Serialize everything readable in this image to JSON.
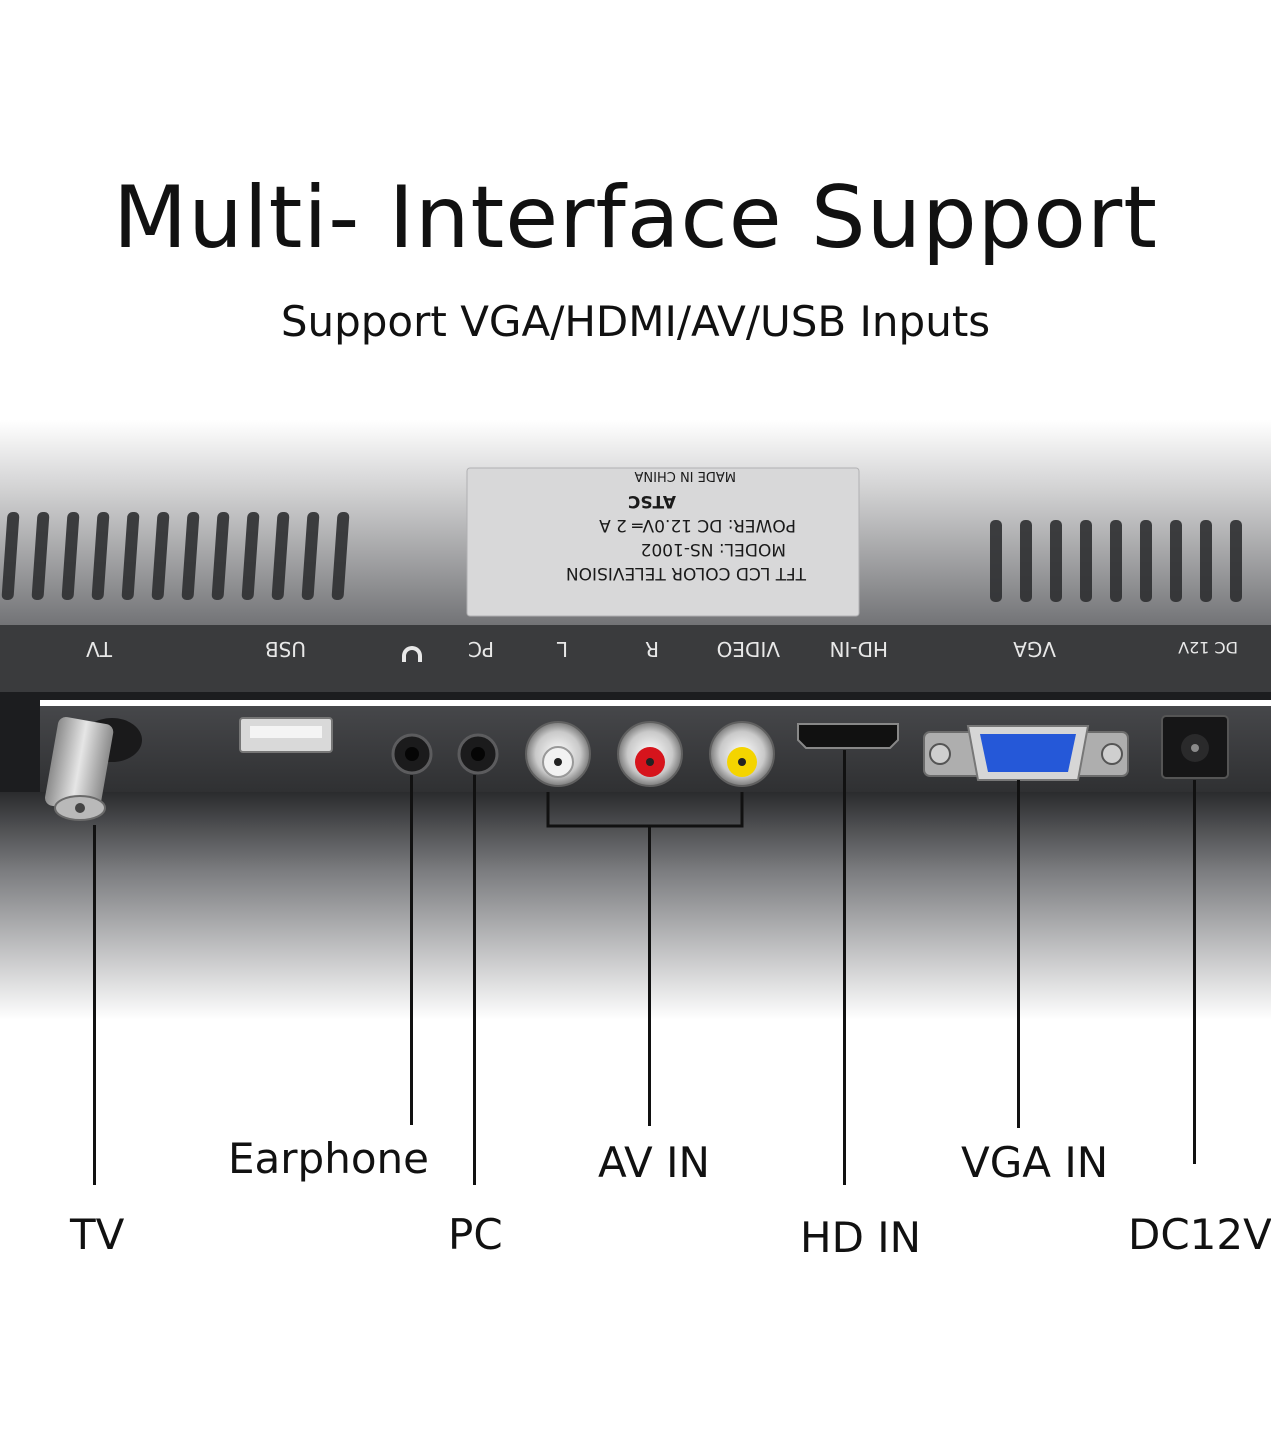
{
  "heading": {
    "title": "Multi- Interface Support",
    "subtitle": "Support VGA/HDMI/AV/USB Inputs"
  },
  "panel_label": {
    "line1": "TFT LCD COLOR TELEVISION",
    "line2": "MODEL:  NS-1002",
    "line3": "POWER: DC 12.0V═ 2 A",
    "line4": "ATSC",
    "line5": "MADE IN CHINA"
  },
  "port_labels": [
    "TV",
    "USB",
    "PC",
    "L",
    "R",
    "VIDEO",
    "HD-IN",
    "VGA",
    "DC 12V"
  ],
  "callouts": {
    "tv": "TV",
    "earphone": "Earphone",
    "pc": "PC",
    "av_in": "AV IN",
    "hd_in": "HD IN",
    "vga_in": "VGA IN",
    "dc12v": "DC12V"
  },
  "colors": {
    "av_left": "#f2f2f2",
    "av_right": "#d6141c",
    "av_video": "#f4d400",
    "vga_port": "#2558d8",
    "panel": "#3a3b3d"
  }
}
